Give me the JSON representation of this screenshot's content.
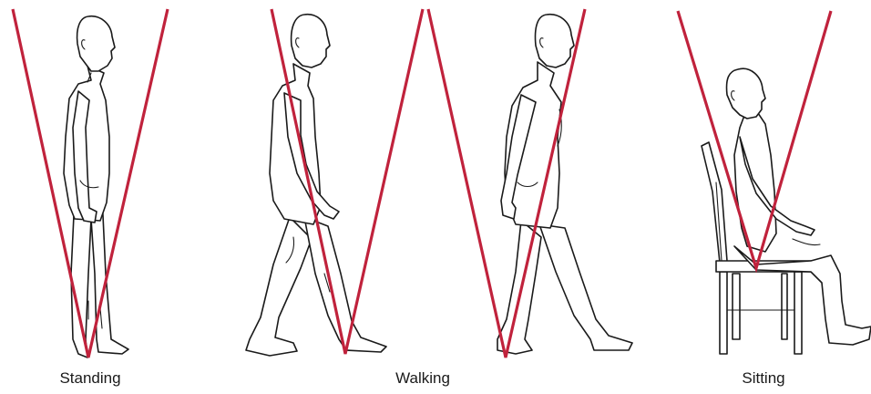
{
  "accent_color": "#c0223c",
  "captions": {
    "standing": "Standing",
    "walking": "Walking",
    "sitting": "Sitting"
  }
}
